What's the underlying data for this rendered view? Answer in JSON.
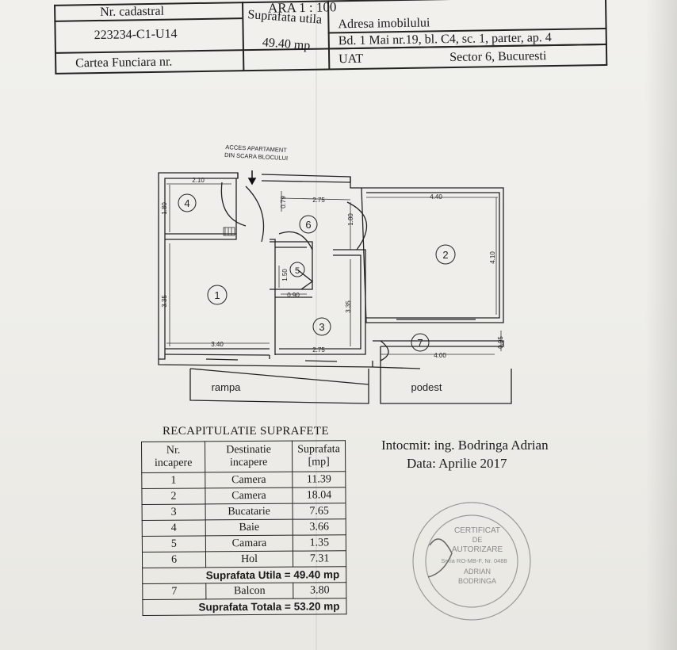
{
  "header": {
    "scale": "ARA 1 : 100",
    "nr_cadastral_label": "Nr. cadastral",
    "nr_cadastral_value": "223234-C1-U14",
    "cartea_label": "Cartea Funciara nr.",
    "suprafata_label": "Suprafata utila",
    "suprafata_value": "49.40 mp",
    "adresa_label": "Adresa imobilului",
    "adresa_value": "Bd. 1 Mai nr.19, bl. C4, sc. 1, parter, ap. 4",
    "uat_label": "UAT",
    "uat_value": "Sector 6, Bucuresti"
  },
  "plan": {
    "access_line1": "ACCES APARTAMENT",
    "access_line2": "DIN SCARA BLOCULUI",
    "rooms": [
      "1",
      "2",
      "3",
      "4",
      "5",
      "6",
      "7"
    ],
    "dims": {
      "d210": "2.10",
      "d180a": "1.80",
      "d079": "0.79",
      "d275a": "2.75",
      "d180b": "1.80",
      "d440": "4.40",
      "d410": "4.10",
      "d150": "1.50",
      "d090": "0.90",
      "d335a": "3.35",
      "d335b": "3.35",
      "d340": "3.40",
      "d275b": "2.75",
      "d400": "4.00",
      "d095": "0.95"
    },
    "rampa": "rampa",
    "podest": "podest"
  },
  "recap": {
    "title": "RECAPITULATIE  SUPRAFETE",
    "col1_l1": "Nr.",
    "col1_l2": "incapere",
    "col2_l1": "Destinatie",
    "col2_l2": "incapere",
    "col3_l1": "Suprafata",
    "col3_l2": "[mp]",
    "rows": [
      {
        "nr": "1",
        "dest": "Camera",
        "area": "11.39"
      },
      {
        "nr": "2",
        "dest": "Camera",
        "area": "18.04"
      },
      {
        "nr": "3",
        "dest": "Bucatarie",
        "area": "7.65"
      },
      {
        "nr": "4",
        "dest": "Baie",
        "area": "3.66"
      },
      {
        "nr": "5",
        "dest": "Camara",
        "area": "1.35"
      },
      {
        "nr": "6",
        "dest": "Hol",
        "area": "7.31"
      }
    ],
    "utila": "Suprafata Utila  =  49.40  mp",
    "balcon": {
      "nr": "7",
      "dest": "Balcon",
      "area": "3.80"
    },
    "totala": "Suprafata Totala  =  53.20  mp"
  },
  "author": {
    "line1": "Intocmit: ing. Bodringa  Adrian",
    "line2": "Data:  Aprilie 2017"
  },
  "stamp": {
    "l1": "CERTIFICAT",
    "l2": "DE",
    "l3": "AUTORIZARE",
    "l4": "Seria RO-MB-F, Nr. 0488",
    "l5": "ADRIAN",
    "l6": "BODRINGA"
  }
}
